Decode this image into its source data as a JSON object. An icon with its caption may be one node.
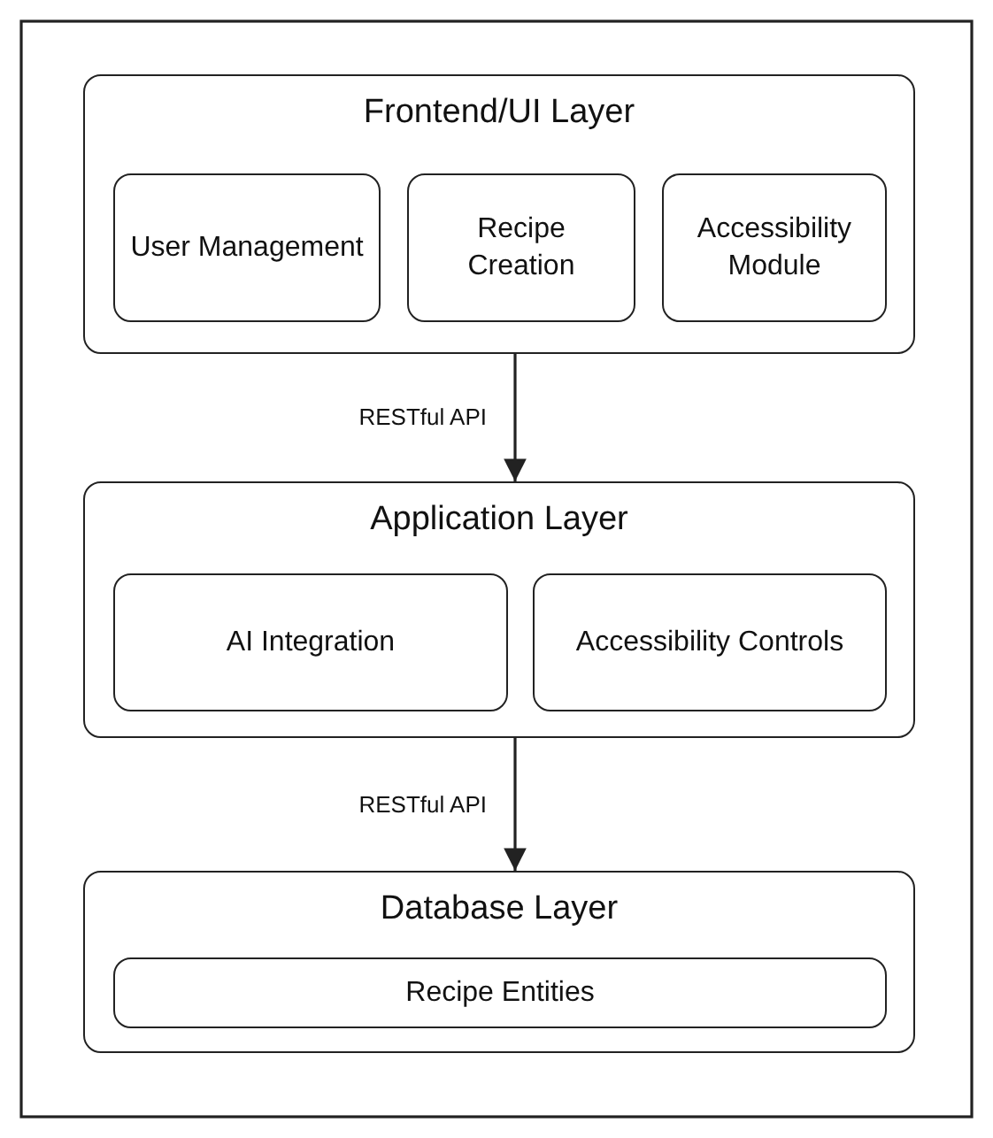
{
  "diagram": {
    "nodes": [
      {
        "text": [
          "Frontend/UI Layer"
        ]
      },
      {
        "text": [
          "User Management"
        ],
        "in": 0
      },
      {
        "text": [
          "Recipe Creation"
        ],
        "in": 0
      },
      {
        "text": [
          "Accessibility Module"
        ],
        "in": 0
      },
      {
        "text": [
          "Application Layer"
        ]
      },
      {
        "text": [
          "AI Integration"
        ],
        "in": 4
      },
      {
        "text": [
          "Accessibility Controls"
        ],
        "in": 4
      },
      {
        "text": [
          "Database Layer"
        ]
      },
      {
        "text": [
          "Recipe Entities"
        ],
        "in": 7
      }
    ],
    "edges": [
      {
        "from": 0,
        "to": 4,
        "arrow": "to",
        "label": "RESTful API"
      },
      {
        "from": 4,
        "to": 7,
        "arrow": "to",
        "label": "RESTful API"
      }
    ]
  }
}
